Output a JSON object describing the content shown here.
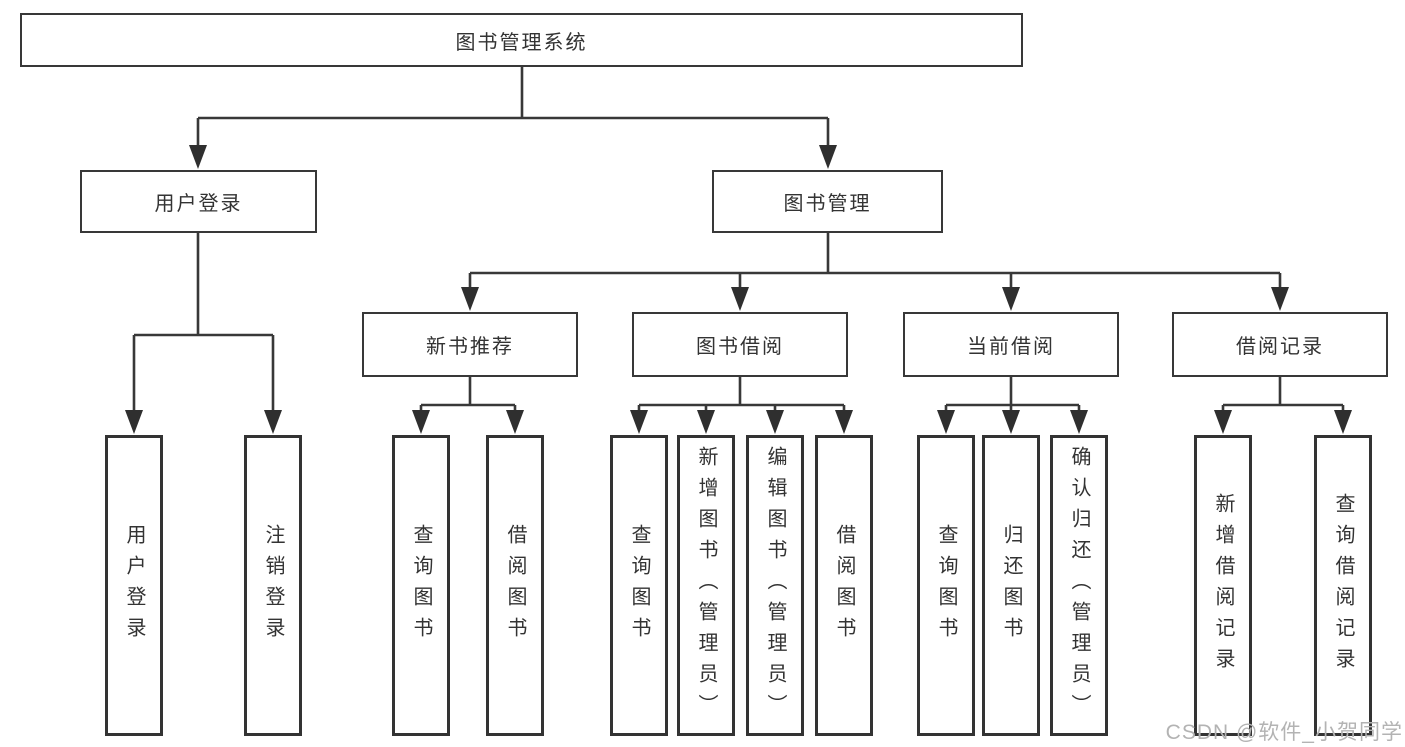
{
  "tree": {
    "label": "图书管理系统",
    "children": [
      {
        "label": "用户登录",
        "children": [
          {
            "label": "用户登录"
          },
          {
            "label": "注销登录"
          }
        ]
      },
      {
        "label": "图书管理",
        "children": [
          {
            "label": "新书推荐",
            "children": [
              {
                "label": "查询图书"
              },
              {
                "label": "借阅图书"
              }
            ]
          },
          {
            "label": "图书借阅",
            "children": [
              {
                "label": "查询图书"
              },
              {
                "label": "新增图书（管理员）"
              },
              {
                "label": "编辑图书（管理员）"
              },
              {
                "label": "借阅图书"
              }
            ]
          },
          {
            "label": "当前借阅",
            "children": [
              {
                "label": "查询图书"
              },
              {
                "label": "归还图书"
              },
              {
                "label": "确认归还（管理员）"
              }
            ]
          },
          {
            "label": "借阅记录",
            "children": [
              {
                "label": "新增借阅记录"
              },
              {
                "label": "查询借阅记录"
              }
            ]
          }
        ]
      }
    ]
  },
  "watermark": "CSDN @软件_小贺同学",
  "colors": {
    "line": "#383838",
    "text": "#333333",
    "box_background": "#ffffff",
    "watermark": "#b3b3b3"
  }
}
